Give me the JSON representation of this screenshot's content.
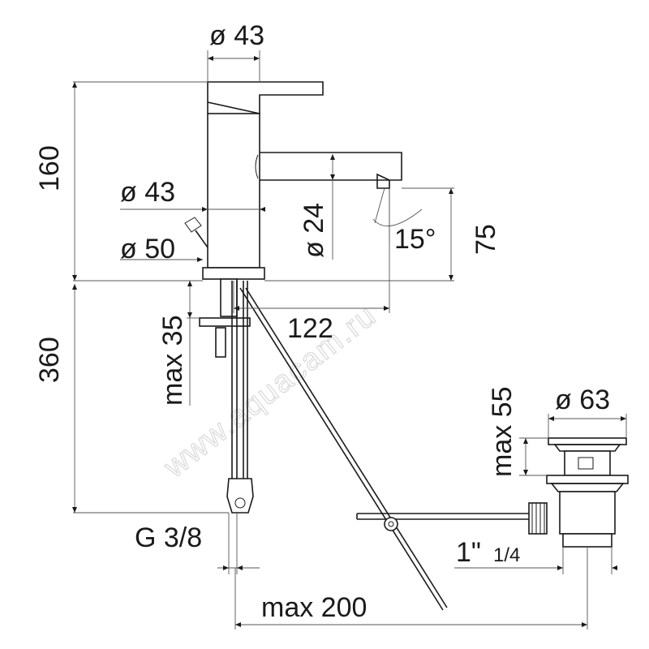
{
  "labels": {
    "handle_diameter": "ø 43",
    "body_height": "160",
    "body_diameter": "ø 43",
    "base_diameter": "ø 50",
    "spout_diameter": "ø 24",
    "spout_angle": "15°",
    "spout_height": "75",
    "max_thickness": "max 35",
    "spout_reach": "122",
    "hose_length": "360",
    "waste_max_height": "max 55",
    "waste_diameter": "ø 63",
    "thread_size": "G 3/8",
    "waste_thread_main": "1\"",
    "waste_thread_frac": "1/4",
    "max_distance": "max 200"
  },
  "watermark": "www.aquacam.ru",
  "colors": {
    "line": "#1a1a1a",
    "watermark": "#d9d9d9"
  }
}
